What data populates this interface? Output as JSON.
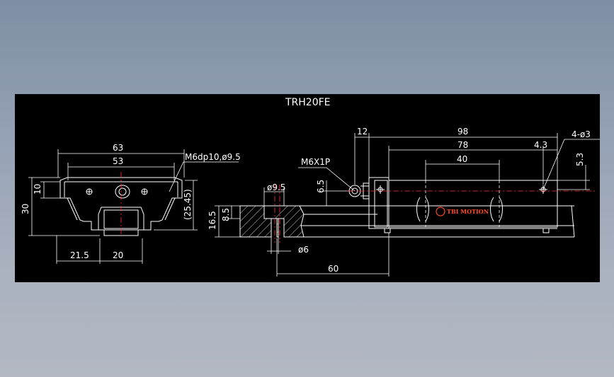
{
  "title": "TRH20FE",
  "brand": "TBI MOTION",
  "colors": {
    "background": "#8d9ab0",
    "drawing": "#000000",
    "lines": "#ffffff",
    "centerlines": "#ff3030",
    "logo": "#ff4a2a"
  },
  "front_view": {
    "width_overall": "63",
    "width_holes": "53",
    "tap_callout": "M6dp10,ø9.5",
    "height_top": "10",
    "height_overall": "30",
    "height_block": "(25.45)",
    "rail_offset": "21.5",
    "rail_width": "20"
  },
  "rail_view": {
    "cbore_dia": "ø9.5",
    "hole_dia": "ø6",
    "height_rail": "16.5",
    "height_cbore": "8.5",
    "pitch": "60",
    "grease_callout": "M6X1P",
    "grease_height": "6.5",
    "end_len": "12",
    "block_len": "98",
    "body_len": "78",
    "hole_pitch": "40",
    "end_offset": "4.3",
    "hole_callout": "4-ø3",
    "side_offset": "5.3"
  }
}
